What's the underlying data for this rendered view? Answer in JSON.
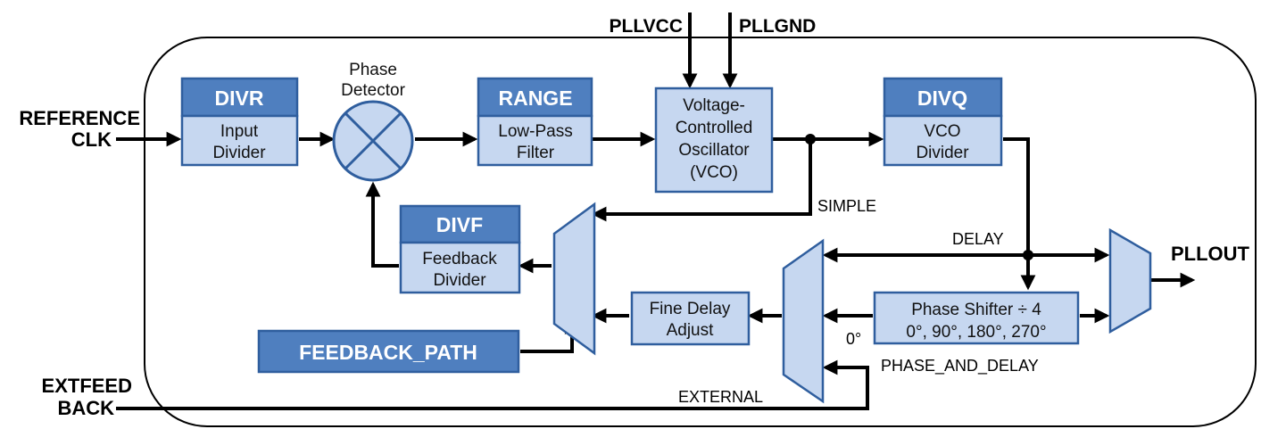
{
  "signals": {
    "reference_clk_line1": "REFERENCE",
    "reference_clk_line2": "CLK",
    "extfeedback_line1": "EXTFEED",
    "extfeedback_line2": "BACK",
    "pllvcc": "PLLVCC",
    "pllgnd": "PLLGND",
    "pllout": "PLLOUT"
  },
  "blocks": {
    "divr": {
      "header": "DIVR",
      "line1": "Input",
      "line2": "Divider"
    },
    "phase_detector": {
      "line1": "Phase",
      "line2": "Detector"
    },
    "range": {
      "header": "RANGE",
      "line1": "Low-Pass",
      "line2": "Filter"
    },
    "vco": {
      "line1": "Voltage-",
      "line2": "Controlled",
      "line3": "Oscillator",
      "line4": "(VCO)"
    },
    "divq": {
      "header": "DIVQ",
      "line1": "VCO",
      "line2": "Divider"
    },
    "divf": {
      "header": "DIVF",
      "line1": "Feedback",
      "line2": "Divider"
    },
    "fine_delay": {
      "line1": "Fine Delay",
      "line2": "Adjust"
    },
    "phase_shifter": {
      "line1": "Phase Shifter ÷ 4",
      "line2": "0°, 90°, 180°, 270°"
    },
    "feedback_path": {
      "label": "FEEDBACK_PATH"
    }
  },
  "mux_labels": {
    "simple": "SIMPLE",
    "delay": "DELAY",
    "phase_and_delay": "PHASE_AND_DELAY",
    "external": "EXTERNAL",
    "zero_degree": "0°"
  },
  "colors": {
    "header_fill": "#4f7fbf",
    "block_fill": "#c6d7f0",
    "block_stroke": "#2f5e9e"
  }
}
